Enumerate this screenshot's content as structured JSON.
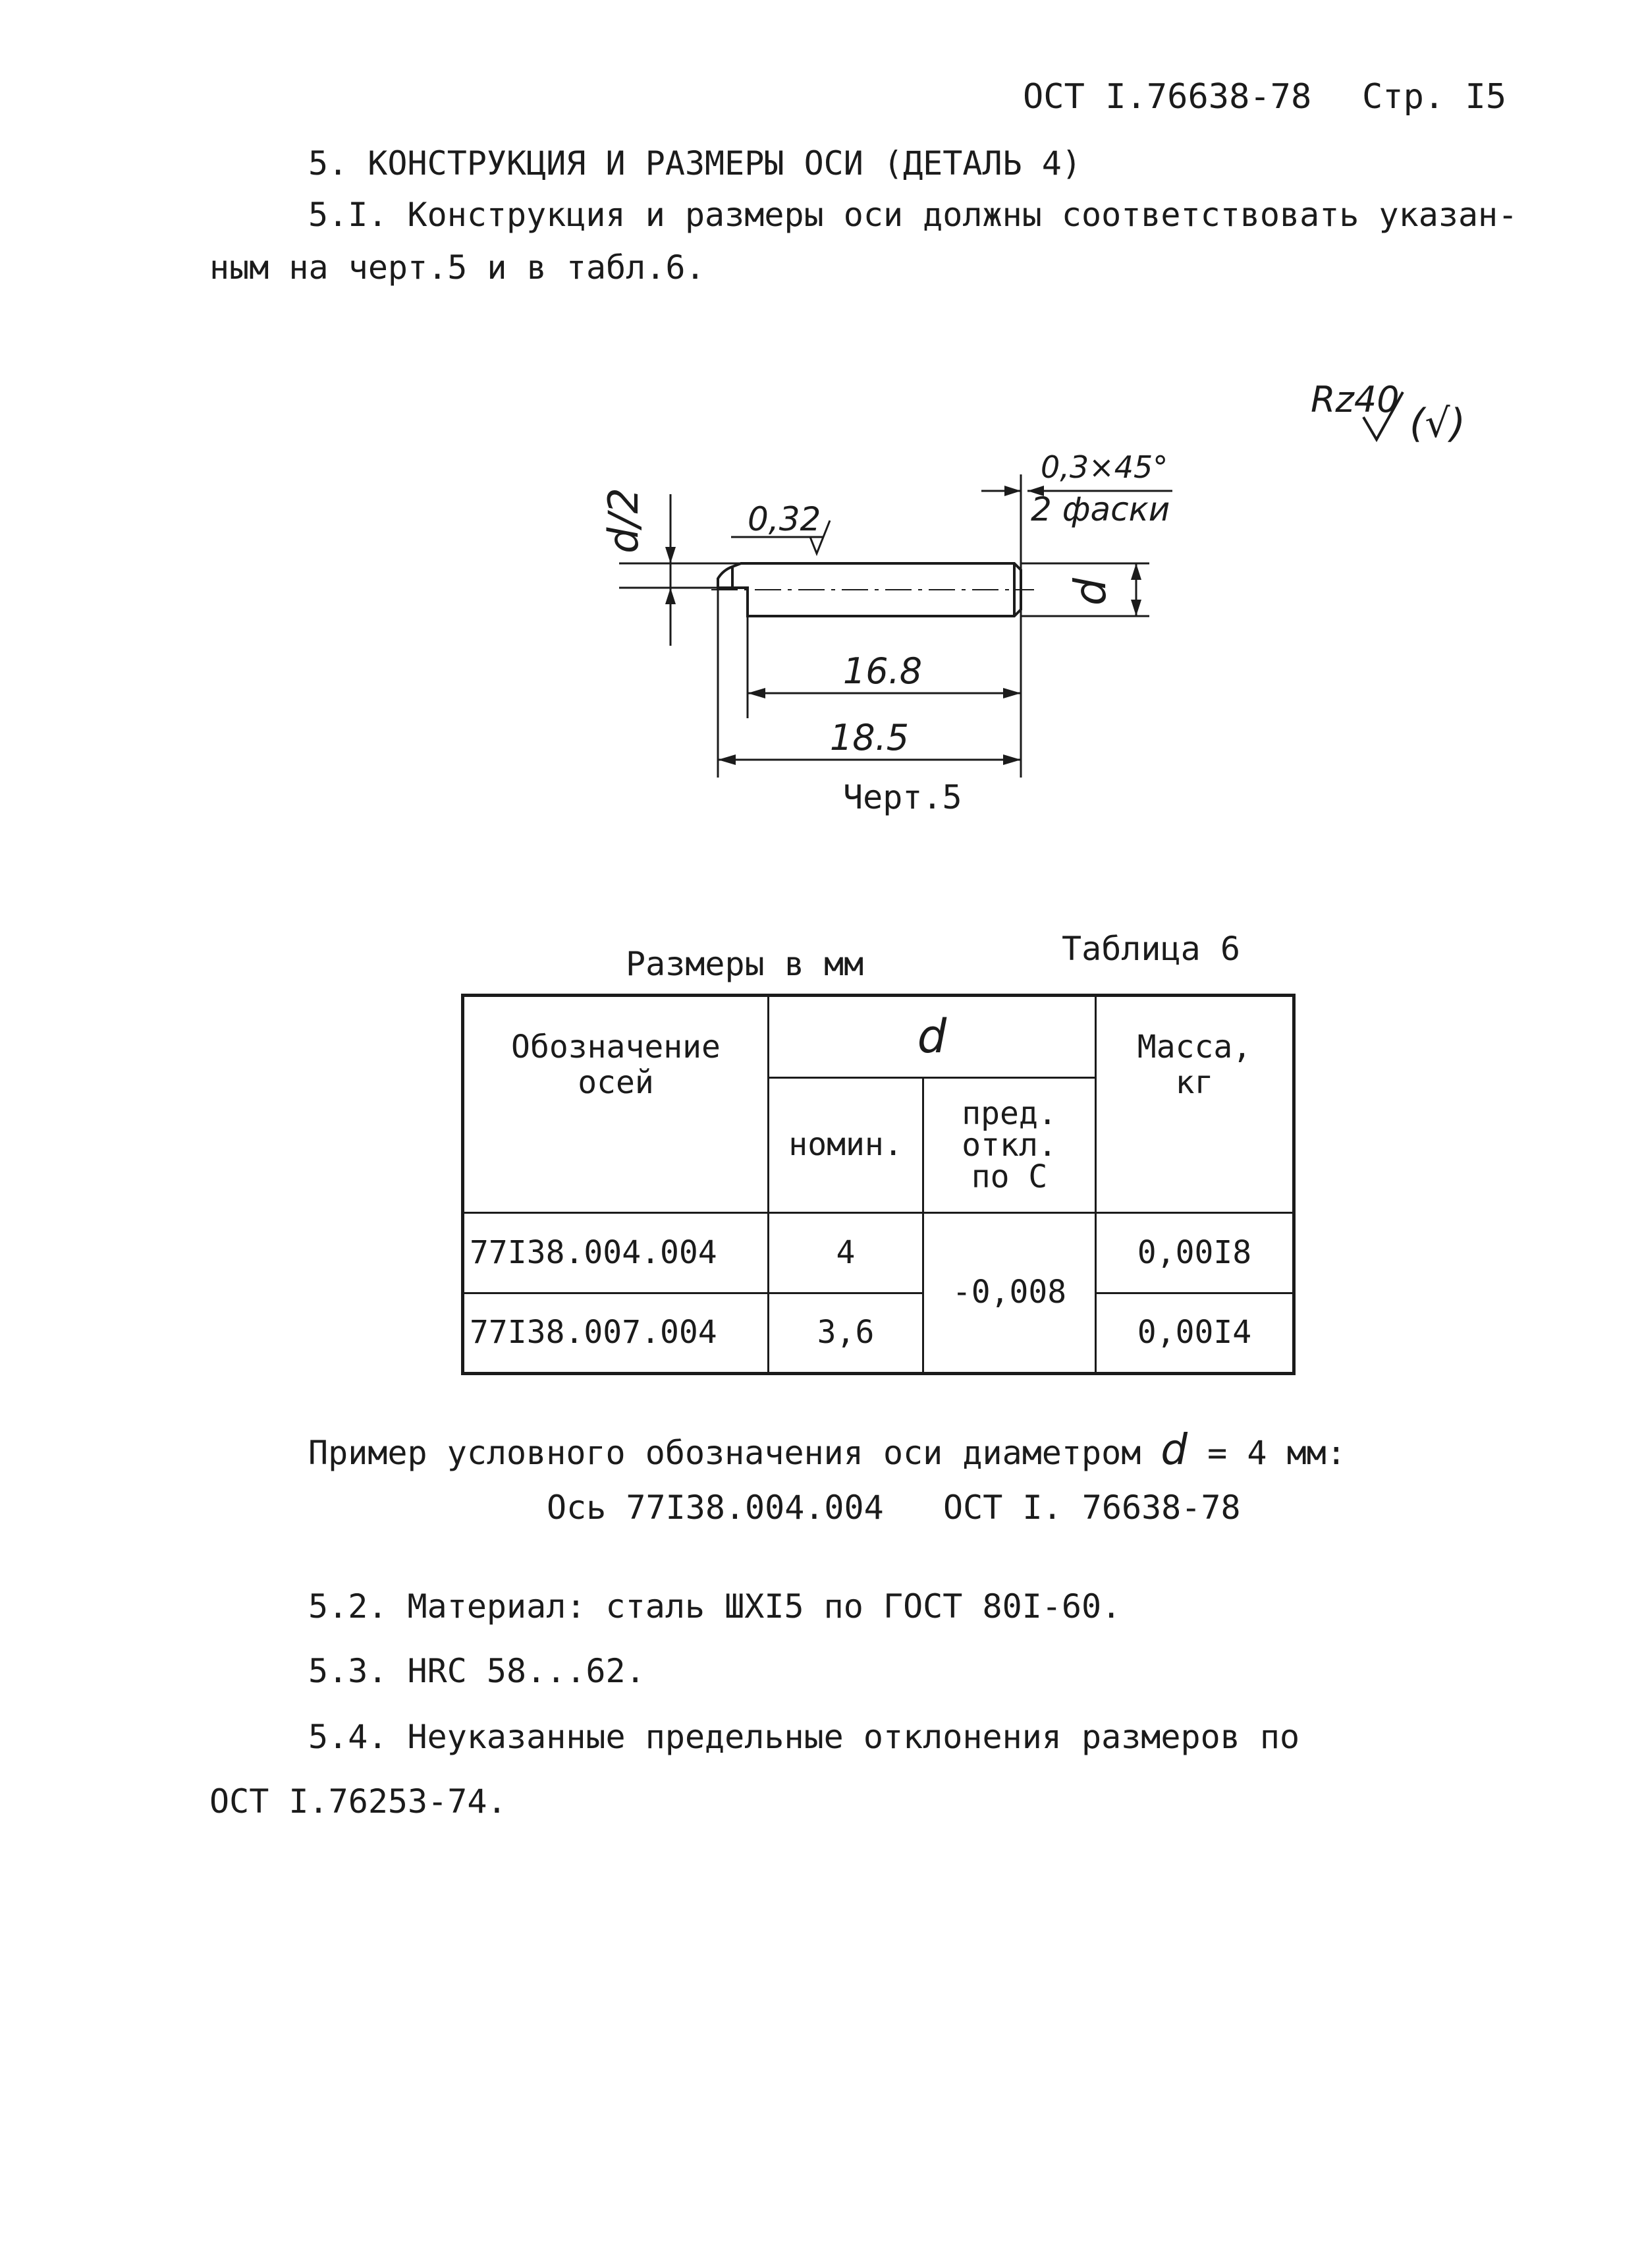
{
  "header": {
    "doc_number": "ОСТ I.76638-78",
    "page_label": "Стр. I5"
  },
  "section": {
    "title": "5. КОНСТРУКЦИЯ И РАЗМЕРЫ ОСИ (ДЕТАЛЬ 4)",
    "p51_line1": "5.I. Конструкция и размеры оси должны соответствовать указан-",
    "p51_line2": "ным на черт.5 и в табл.6."
  },
  "drawing": {
    "roughness_general": "Rz40",
    "roughness_general_paren": "(√)",
    "roughness_surface": "0,32",
    "chamfer_size": "0,3×45°",
    "chamfer_count": "2 фаски",
    "half_d_label": "d/2",
    "d_label": "d",
    "dim_inner": "16.8",
    "dim_total": "18.5",
    "caption": "Черт.5"
  },
  "table": {
    "units": "Размеры в мм",
    "label": "Таблица 6",
    "col_designation": "Обозначение осей",
    "col_designation_l1": "Обозначение",
    "col_designation_l2": "осей",
    "col_d": "d",
    "col_nominal": "номин.",
    "col_tolerance_l1": "пред.",
    "col_tolerance_l2": "откл.",
    "col_tolerance_l3": "по С",
    "col_mass_l1": "Масса,",
    "col_mass_l2": "кг",
    "tolerance_value": "-0,008",
    "rows": [
      {
        "designation": "77I38.004.004",
        "nominal": "4",
        "mass": "0,00I8"
      },
      {
        "designation": "77I38.007.004",
        "nominal": "3,6",
        "mass": "0,00I4"
      }
    ]
  },
  "example": {
    "line1_prefix": "Пример условного обозначения оси диаметром",
    "line1_symbol": "d",
    "line1_suffix": "= 4 мм:",
    "line2": "Ось 77I38.004.004   ОСТ I. 76638-78"
  },
  "items": {
    "p52": "5.2. Материал: сталь ШХI5 по ГОСТ 80I-60.",
    "p53": "5.3. HRC 58...62.",
    "p54_line1": "5.4. Неуказанные предельные отклонения размеров по",
    "p54_line2": "ОСТ I.76253-74."
  }
}
